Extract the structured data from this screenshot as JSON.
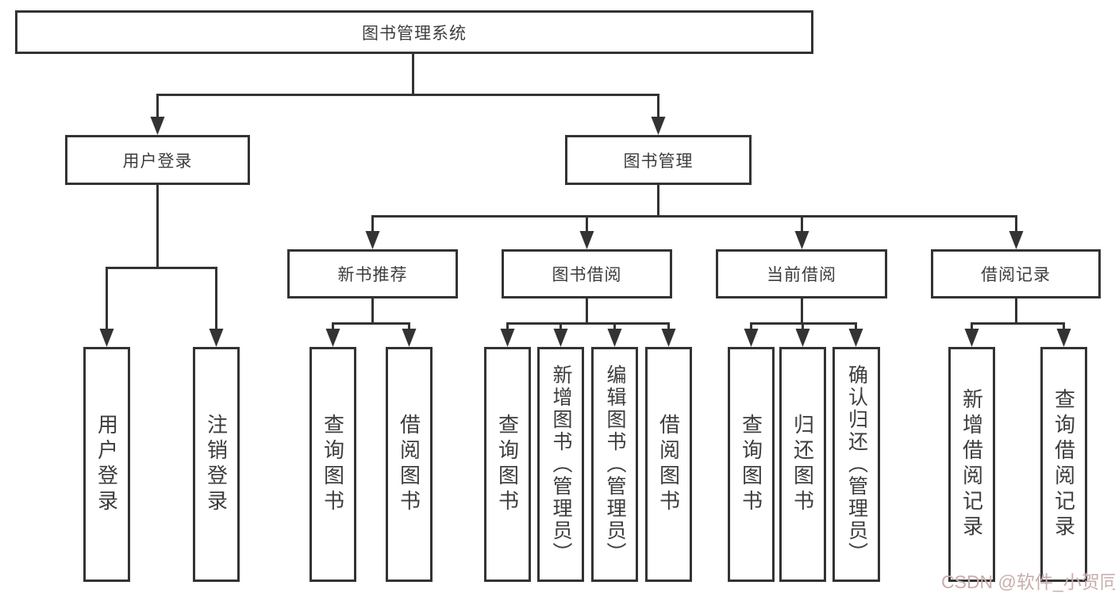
{
  "root": {
    "label": "图书管理系统"
  },
  "level2": {
    "user_login": {
      "label": "用户登录"
    },
    "book_mgmt": {
      "label": "图书管理"
    }
  },
  "level3": {
    "new_books": {
      "label": "新书推荐"
    },
    "book_borrow": {
      "label": "图书借阅"
    },
    "current_borrow": {
      "label": "当前借阅"
    },
    "borrow_records": {
      "label": "借阅记录"
    }
  },
  "leaves": {
    "user_login": {
      "label": "用户登录"
    },
    "logout": {
      "label": "注销登录"
    },
    "nb_query": {
      "label": "查询图书"
    },
    "nb_borrow": {
      "label": "借阅图书"
    },
    "bb_query": {
      "label": "查询图书"
    },
    "bb_add": {
      "label": "新增图书（管理员）"
    },
    "bb_edit": {
      "label": "编辑图书（管理员）"
    },
    "bb_borrow": {
      "label": "借阅图书"
    },
    "cb_query": {
      "label": "查询图书"
    },
    "cb_return": {
      "label": "归还图书"
    },
    "cb_confirm": {
      "label": "确认归还（管理员）"
    },
    "br_add": {
      "label": "新增借阅记录"
    },
    "br_query": {
      "label": "查询借阅记录"
    }
  },
  "watermark": {
    "text": "CSDN @软件_小贺同学",
    "color": "#c9aeac"
  },
  "colors": {
    "line": "#333333",
    "box_border": "#333333",
    "box_background": "#ffffff",
    "text": "#3d3d3d",
    "page_background": "#ffffff"
  }
}
